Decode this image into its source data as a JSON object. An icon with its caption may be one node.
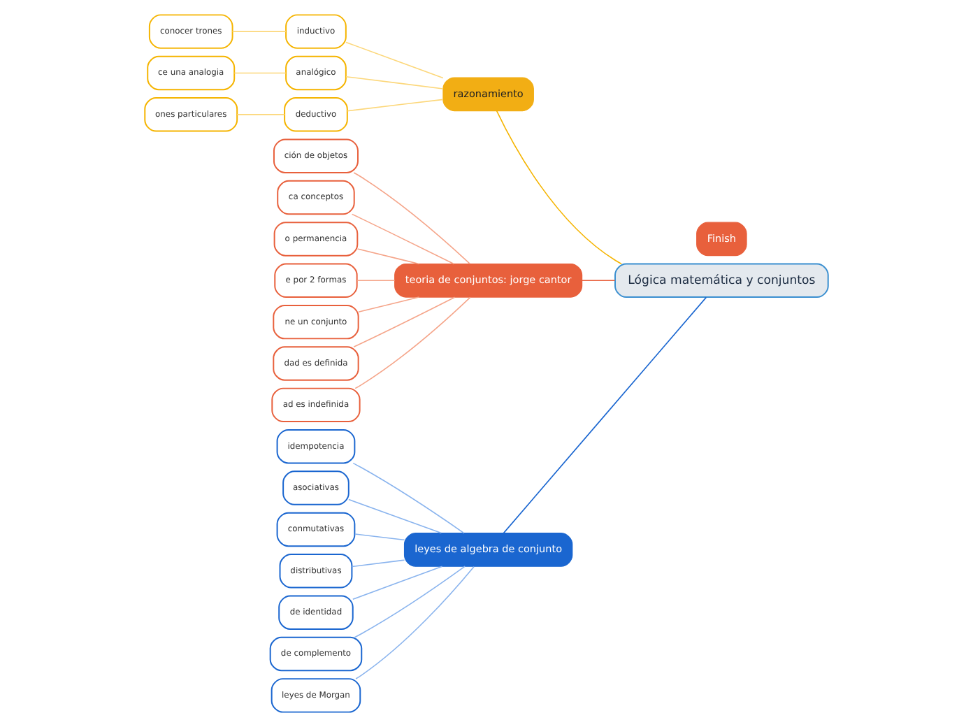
{
  "diagram": {
    "nodes": [
      {
        "text": [
          "Lógica matemática y conjuntos"
        ]
      },
      {
        "text": [
          "razonamiento"
        ]
      },
      {
        "text": [
          "inductivo"
        ]
      },
      {
        "text": [
          "conocer trones"
        ]
      },
      {
        "text": [
          "analógico"
        ]
      },
      {
        "text": [
          "ce una analogia"
        ]
      },
      {
        "text": [
          "deductivo"
        ]
      },
      {
        "text": [
          "ones particulares"
        ]
      },
      {
        "text": [
          "teoria de conjuntos: jorge cantor"
        ]
      },
      {
        "text": [
          "ción de objetos"
        ]
      },
      {
        "text": [
          "ca conceptos"
        ]
      },
      {
        "text": [
          "o permanencia"
        ]
      },
      {
        "text": [
          "e por 2 formas"
        ]
      },
      {
        "text": [
          "ne un conjunto"
        ]
      },
      {
        "text": [
          "dad es definida"
        ]
      },
      {
        "text": [
          "ad es indefinida"
        ]
      },
      {
        "text": [
          "leyes de algebra de conjunto"
        ]
      },
      {
        "text": [
          "idempotencia"
        ]
      },
      {
        "text": [
          "asociativas"
        ]
      },
      {
        "text": [
          "conmutativas"
        ]
      },
      {
        "text": [
          "distributivas"
        ]
      },
      {
        "text": [
          "de identidad"
        ]
      },
      {
        "text": [
          "de complemento"
        ]
      },
      {
        "text": [
          "leyes de Morgan"
        ]
      },
      {
        "text": [
          "Finish"
        ]
      }
    ],
    "edges": [
      {
        "from": 0,
        "to": 1,
        "arrow": "none",
        "color": "#f5b400"
      },
      {
        "from": 1,
        "to": 2,
        "arrow": "none",
        "color": "#fcd77a"
      },
      {
        "from": 2,
        "to": 3,
        "arrow": "none",
        "color": "#fcd77a"
      },
      {
        "from": 1,
        "to": 4,
        "arrow": "none",
        "color": "#fcd77a"
      },
      {
        "from": 4,
        "to": 5,
        "arrow": "none",
        "color": "#fcd77a"
      },
      {
        "from": 1,
        "to": 6,
        "arrow": "none",
        "color": "#fcd77a"
      },
      {
        "from": 6,
        "to": 7,
        "arrow": "none",
        "color": "#fcd77a"
      },
      {
        "from": 0,
        "to": 8,
        "arrow": "none",
        "color": "#e8603c"
      },
      {
        "from": 8,
        "to": 9,
        "arrow": "none",
        "color": "#f5a58a"
      },
      {
        "from": 8,
        "to": 10,
        "arrow": "none",
        "color": "#f5a58a"
      },
      {
        "from": 8,
        "to": 11,
        "arrow": "none",
        "color": "#f5a58a"
      },
      {
        "from": 8,
        "to": 12,
        "arrow": "none",
        "color": "#f5a58a"
      },
      {
        "from": 8,
        "to": 13,
        "arrow": "none",
        "color": "#f5a58a"
      },
      {
        "from": 8,
        "to": 14,
        "arrow": "none",
        "color": "#f5a58a"
      },
      {
        "from": 8,
        "to": 15,
        "arrow": "none",
        "color": "#f5a58a"
      },
      {
        "from": 0,
        "to": 16,
        "arrow": "none",
        "color": "#1a66d0"
      },
      {
        "from": 16,
        "to": 17,
        "arrow": "none",
        "color": "#8ab4ee"
      },
      {
        "from": 16,
        "to": 18,
        "arrow": "none",
        "color": "#8ab4ee"
      },
      {
        "from": 16,
        "to": 19,
        "arrow": "none",
        "color": "#8ab4ee"
      },
      {
        "from": 16,
        "to": 20,
        "arrow": "none",
        "color": "#8ab4ee"
      },
      {
        "from": 16,
        "to": 21,
        "arrow": "none",
        "color": "#8ab4ee"
      },
      {
        "from": 16,
        "to": 22,
        "arrow": "none",
        "color": "#8ab4ee"
      },
      {
        "from": 16,
        "to": 23,
        "arrow": "none",
        "color": "#8ab4ee"
      }
    ]
  }
}
